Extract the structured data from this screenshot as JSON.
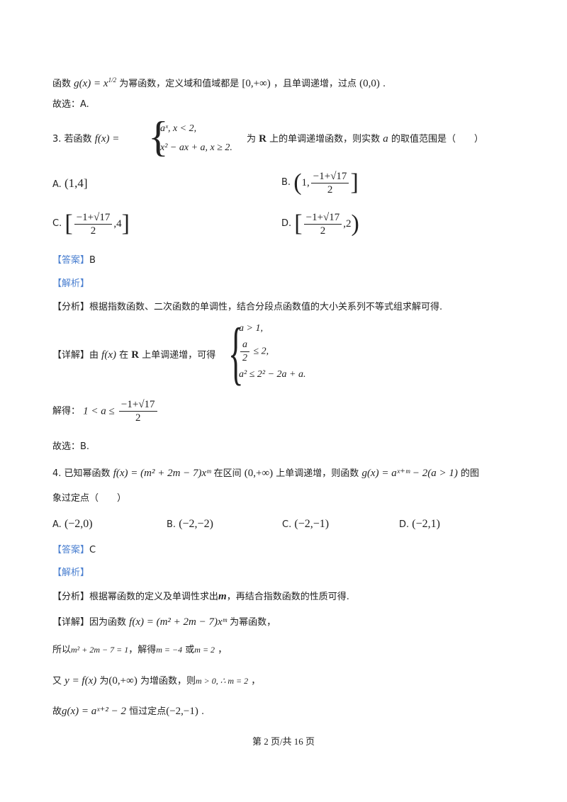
{
  "intro": {
    "line1_a": "函数",
    "line1_math": "g(x) = x",
    "line1_exp": "1/2",
    "line1_b": "为幂函数，定义域和值域都是",
    "line1_int": "[0,+∞)",
    "line1_c": "，且单调递增，过点",
    "line1_pt": "(0,0)",
    "line1_end": ".",
    "choose": "故选：A."
  },
  "q3": {
    "stem_a": "3. 若函数",
    "fx": "f(x) =",
    "case1": "aˣ, x < 2,",
    "case2": "x² − ax + a, x ≥ 2.",
    "stem_b": "为",
    "R": "R",
    "stem_c": "上的单调递增函数，则实数",
    "a": "a",
    "stem_d": "的取值范围是（　　）",
    "optA_label": "A.",
    "optA": "(1,4]",
    "optB_label": "B.",
    "optB_pre": "(1,",
    "optC_label": "C.",
    "optC_post": ",4",
    "optD_label": "D.",
    "optD_post": ",2",
    "frac_num": "−1+√17",
    "frac_den": "2",
    "answer_tag": "【答案】",
    "answer": "B",
    "analysis_tag": "【解析】",
    "fenxi_tag": "【分析】",
    "fenxi": "根据指数函数、二次函数的单调性，结合分段点函数值的大小关系列不等式组求解可得.",
    "detail_tag": "【详解】",
    "detail_a": "由",
    "detail_fx": "f(x)",
    "detail_b": "在",
    "detail_R": "R",
    "detail_c": "上单调递增，可得",
    "sys1": "a > 1,",
    "sys2_num": "a",
    "sys2_den": "2",
    "sys2_rest": "≤ 2,",
    "sys3": "a² ≤ 2² − 2a + a.",
    "solve_label": "解得：",
    "solve_math": "1 < a ≤",
    "choose": "故选：B."
  },
  "q4": {
    "stem_a": "4. 已知幂函数",
    "fx": "f(x) = (m² + 2m − 7)xᵐ",
    "stem_b": "在区间",
    "interval": "(0,+∞)",
    "stem_c": "上单调递增，则函数",
    "gx": "g(x) = aˣ⁺ᵐ − 2(a > 1)",
    "stem_d": "的图",
    "stem_line2": "象过定点（　　）",
    "optA_label": "A.",
    "optA": "(−2,0)",
    "optB_label": "B.",
    "optB": "(−2,−2)",
    "optC_label": "C.",
    "optC": "(−2,−1)",
    "optD_label": "D.",
    "optD": "(−2,1)",
    "answer_tag": "【答案】",
    "answer": "C",
    "analysis_tag": "【解析】",
    "fenxi_tag": "【分析】",
    "fenxi_a": "根据幂函数的定义及单调性求出",
    "fenxi_m": "m",
    "fenxi_b": "，再结合指数函数的性质可得.",
    "detail_tag": "【详解】",
    "detail_a": "因为函数",
    "detail_fx": "f(x) = (m² + 2m − 7)xᵐ",
    "detail_b": "为幂函数，",
    "l2_a": "所以",
    "l2_m": "m² + 2m − 7 = 1",
    "l2_b": "，解得",
    "l2_m2": "m = −4",
    "l2_c": "或",
    "l2_m3": "m = 2",
    "l2_d": "，",
    "l3_a": "又",
    "l3_y": "y = f(x)",
    "l3_b": "为",
    "l3_int": "(0,+∞)",
    "l3_c": "为增函数，则",
    "l3_m": "m > 0, ∴ m = 2",
    "l3_d": "，",
    "l4_a": "故",
    "l4_g": "g(x) = aˣ⁺² − 2",
    "l4_b": "恒过定点",
    "l4_pt": "(−2,−1)",
    "l4_end": "."
  },
  "footer": "第 2 页/共 16 页"
}
